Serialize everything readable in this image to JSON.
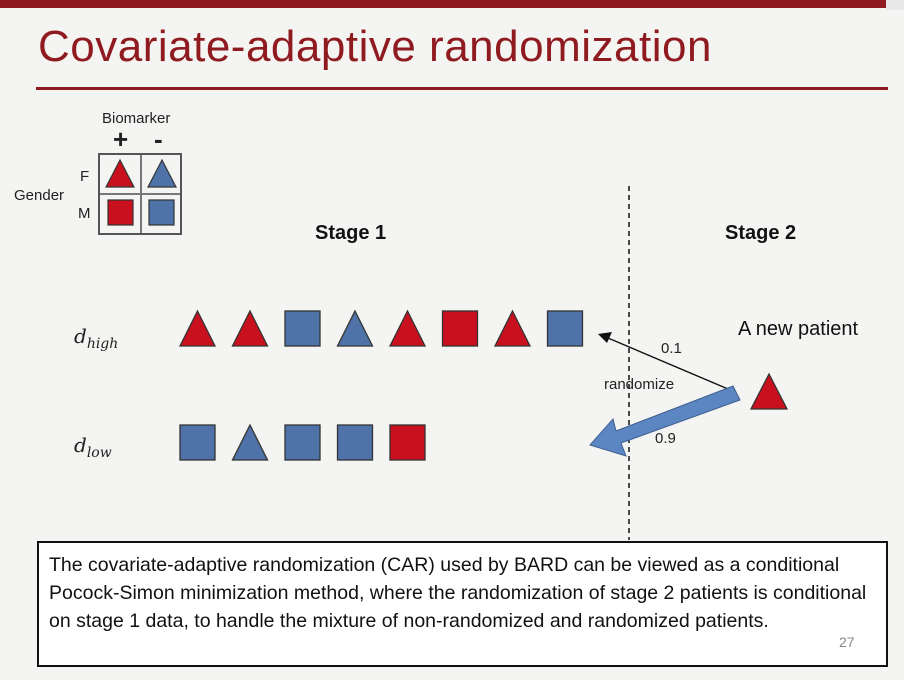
{
  "slide": {
    "title": "Covariate-adaptive randomization",
    "page_number": "27"
  },
  "legend": {
    "biomarker_label": "Biomarker",
    "plus": "+",
    "minus": "-",
    "gender_label": "Gender",
    "female": "F",
    "male": "M"
  },
  "stages": {
    "stage1": "Stage 1",
    "stage2": "Stage 2"
  },
  "rows": {
    "high": {
      "base": "d",
      "sub": "high",
      "patients": [
        "red-triangle",
        "red-triangle",
        "blue-square",
        "blue-triangle",
        "red-triangle",
        "red-square",
        "red-triangle",
        "blue-square"
      ]
    },
    "low": {
      "base": "d",
      "sub": "low",
      "patients": [
        "blue-square",
        "blue-triangle",
        "blue-square",
        "blue-square",
        "red-square"
      ]
    }
  },
  "stage2_panel": {
    "new_patient": "A new patient",
    "new_patient_shape": "red-triangle",
    "prob_high": "0.1",
    "prob_low": "0.9",
    "randomize": "randomize"
  },
  "caption": "The covariate-adaptive randomization (CAR) used by BARD can be viewed as a conditional Pocock-Simon minimization method, where the randomization of stage 2 patients is conditional on stage 1 data, to handle the mixture of non-randomized and randomized patients.",
  "colors": {
    "accent": "#8f1a1f",
    "red": "#c8101e",
    "blue": "#4f72a8",
    "arrow": "#5b86c2"
  }
}
